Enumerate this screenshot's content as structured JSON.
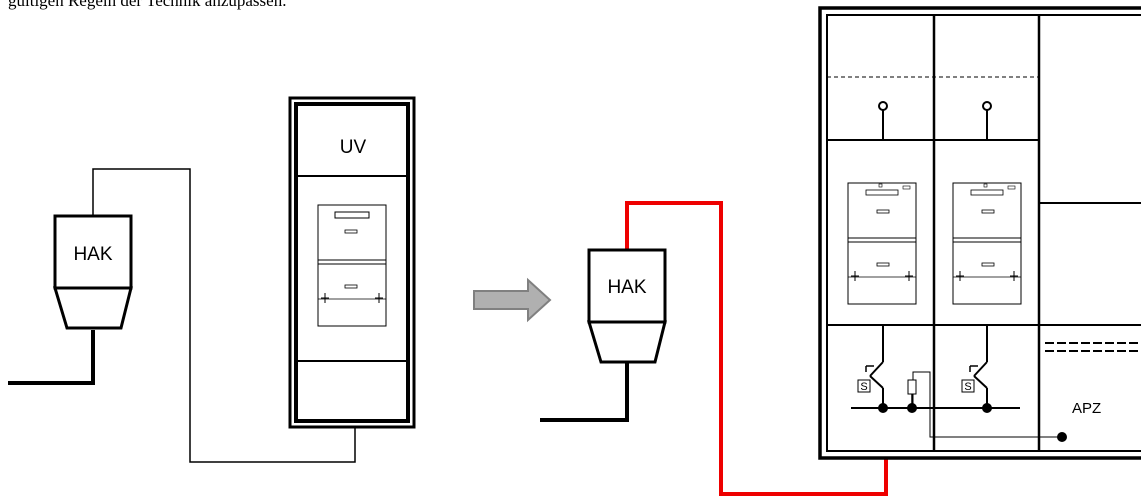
{
  "caption": "gültigen Regeln der Technik anzupassen.",
  "left_scene": {
    "hak_label": "HAK",
    "uv_label": "UV"
  },
  "right_scene": {
    "hak_label": "HAK",
    "apz_label": "APZ",
    "s_mark_1": "S",
    "s_mark_2": "S"
  },
  "colors": {
    "new_cable": "#ee0000",
    "arrow_fill": "#b0b0b0",
    "arrow_stroke": "#808080",
    "line": "#000000"
  }
}
